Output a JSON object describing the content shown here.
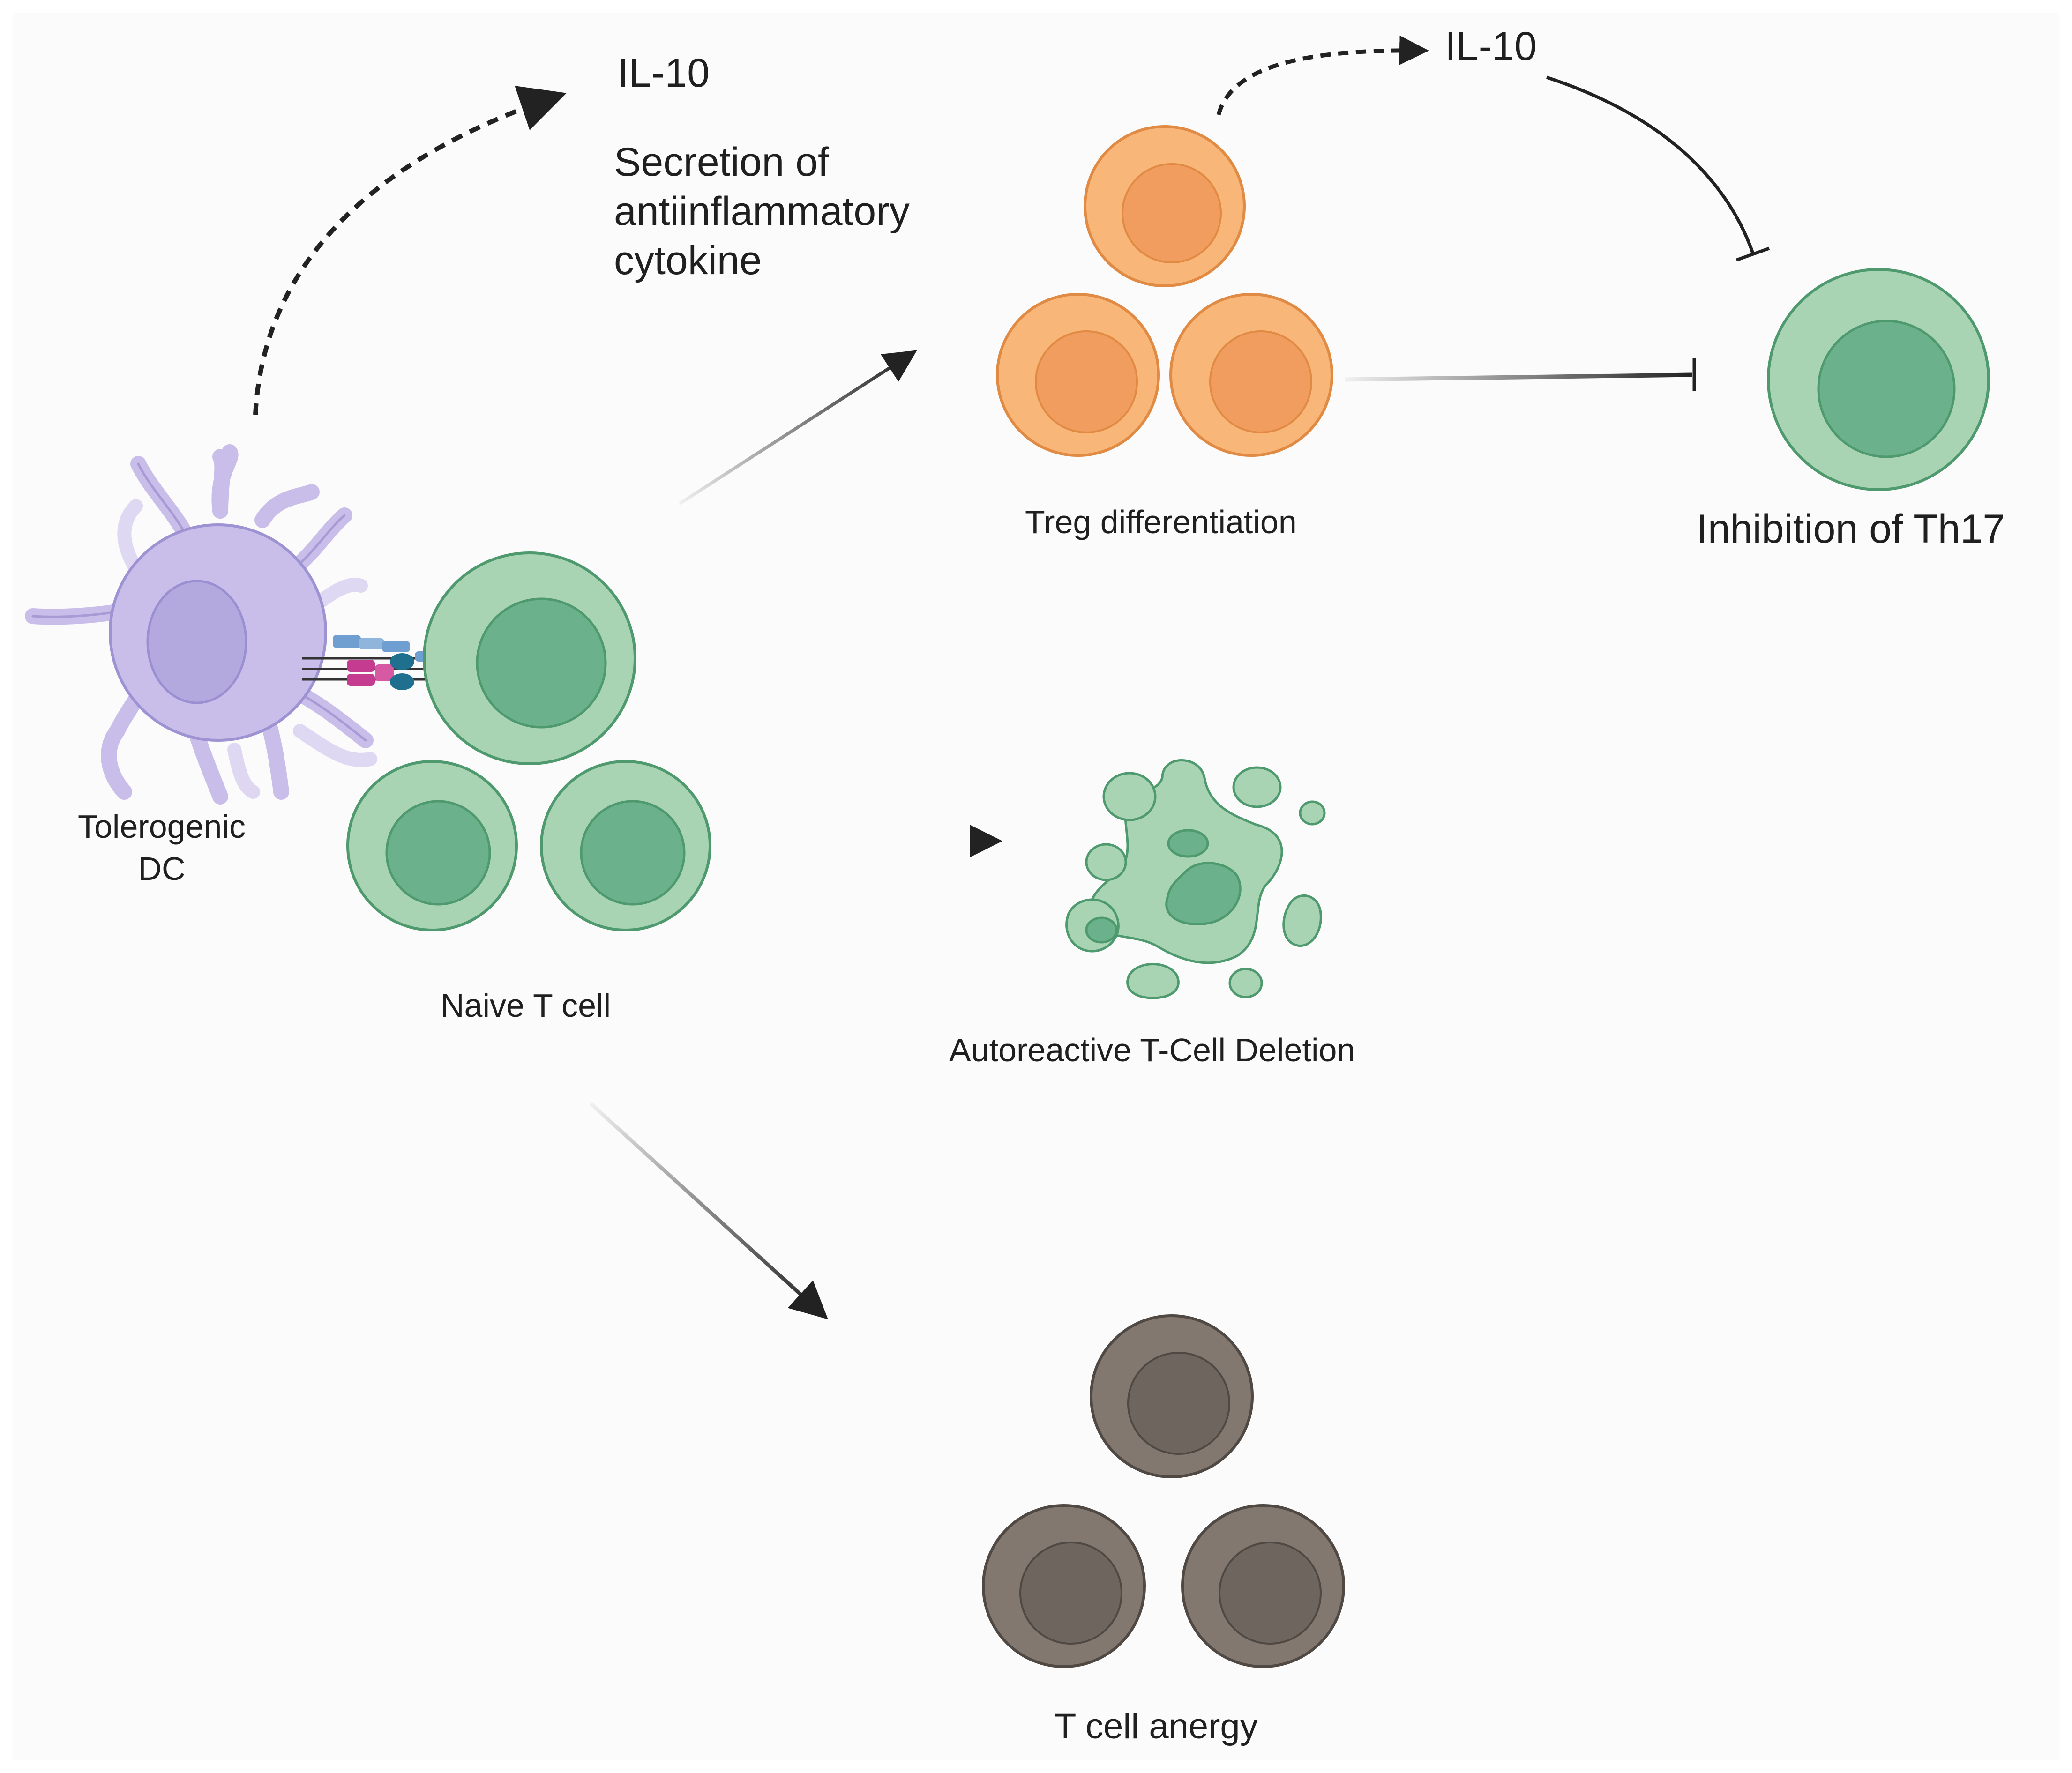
{
  "labels": {
    "il10_top_left": "IL-10",
    "secretion_line1": "Secretion of",
    "secretion_line2": "antiinflammatory",
    "secretion_line3": "cytokine",
    "il10_top_right": "IL-10",
    "treg": "Treg differentiation",
    "th17": "Inhibition of Th17",
    "tolerogenic_line1": "Tolerogenic",
    "tolerogenic_line2": "DC",
    "naive": "Naive T cell",
    "deletion": "Autoreactive T-Cell Deletion",
    "anergy": "T cell anergy"
  },
  "colors": {
    "background": "#ffffff",
    "panel": "#fbfbfc",
    "dc_body": "#c9bdea",
    "dc_nucleus": "#b3a9de",
    "dc_outline": "#8f84c7",
    "green_outer": "#a8d4b4",
    "green_inner": "#6bb18b",
    "green_outline": "#4e9a6e",
    "orange_outer": "#f8b678",
    "orange_inner": "#f09d5f",
    "orange_outline": "#e08a44",
    "grey_outer": "#827870",
    "grey_inner": "#6e655f",
    "grey_outline": "#4f4843",
    "magenta": "#c53b8f",
    "blue": "#6f9fd1",
    "teal": "#1f6f8f",
    "arrow": "#222222"
  }
}
